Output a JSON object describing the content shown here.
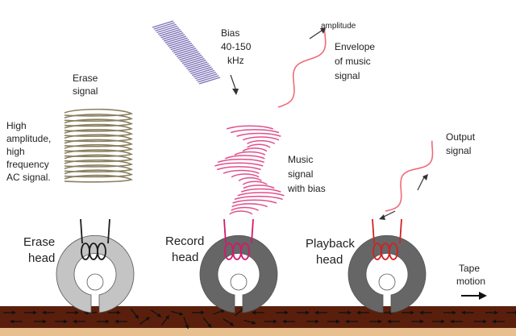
{
  "colors": {
    "erase_signal": "#8a8060",
    "bias_signal": "#7f75b8",
    "music_signal": "#e0508c",
    "envelope_signal": "#f06a7a",
    "erase_head": "#c4c4c4",
    "record_head": "#666666",
    "playback_head": "#666666",
    "tape": "#5a1f0c",
    "tape_lower": "#e8c090",
    "coil_erase": "#1a1a1a",
    "coil_record": "#d4186c",
    "coil_playback": "#d42020"
  },
  "labels": {
    "erase_signal": [
      "Erase",
      "signal"
    ],
    "high_amp": [
      "High",
      "amplitude,",
      "high",
      "frequency",
      "AC signal."
    ],
    "bias": [
      "Bias",
      "40-150",
      "kHz"
    ],
    "amplitude": "amplitude",
    "envelope": [
      "Envelope",
      "of music",
      "signal"
    ],
    "music_bias": [
      "Music",
      "signal",
      "with bias"
    ],
    "output": [
      "Output",
      "signal"
    ],
    "erase_head": [
      "Erase",
      "head"
    ],
    "record_head": [
      "Record",
      "head"
    ],
    "playback_head": [
      "Playback",
      "head"
    ],
    "tape_motion": [
      "Tape",
      "motion"
    ]
  }
}
